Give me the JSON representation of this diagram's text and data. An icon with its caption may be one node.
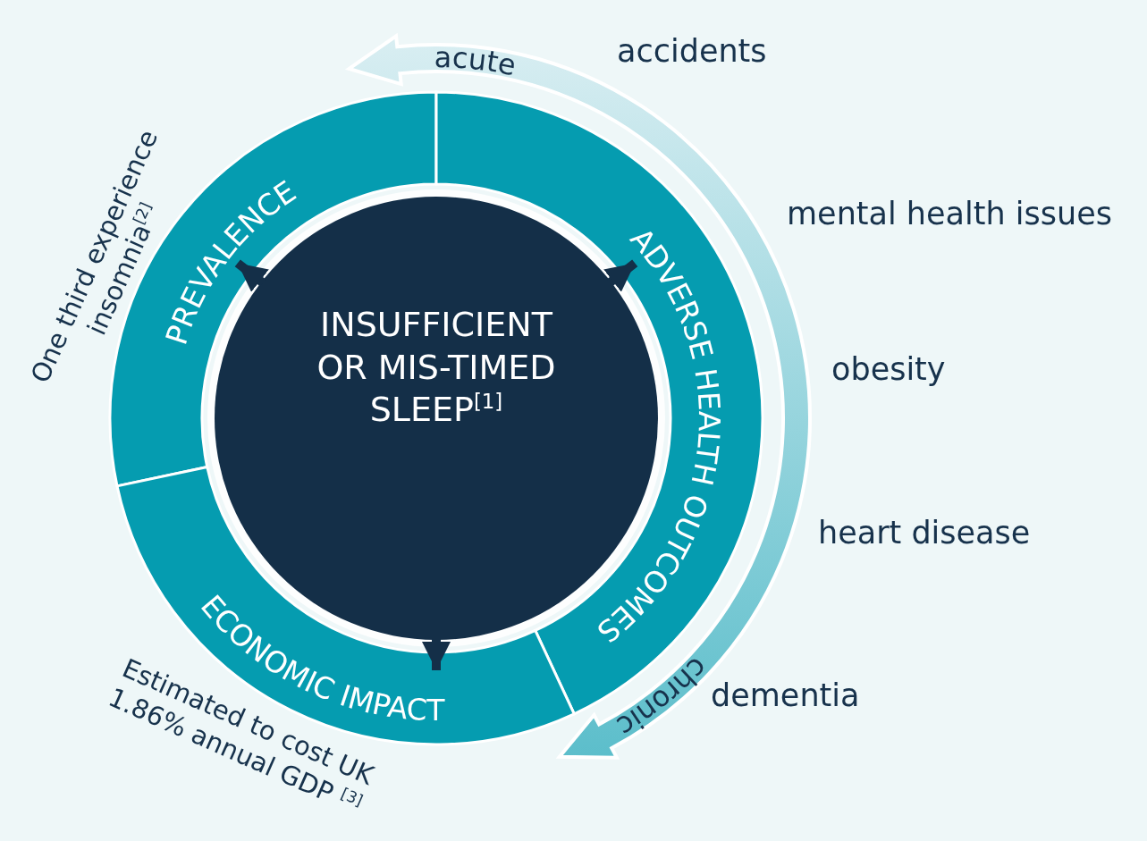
{
  "diagram": {
    "nodes": [
      {
        "text": [
          "INSUFFICIENT OR MIS-TIMED SLEEP$^{[1]}$"
        ]
      },
      {
        "text": [
          "PREVALENCE"
        ],
        "beside": [
          "One third experience insomnia$^{[2]}$"
        ]
      },
      {
        "text": [
          "ADVERSE HEALTH OUTCOMES"
        ],
        "beside": [
          "accidents",
          "mental health issues",
          "obesity",
          "heart disease",
          "dementia"
        ]
      },
      {
        "text": [
          "ECONOMIC IMPACT"
        ],
        "beside": [
          "Estimated to cost UK 1.86% annual GDP $^{[3]}$"
        ]
      }
    ],
    "edges": [
      {
        "from": 0,
        "to": 1,
        "arrow": "to"
      },
      {
        "from": 0,
        "to": 2,
        "arrow": "to"
      },
      {
        "from": 0,
        "to": 3,
        "arrow": "to"
      }
    ],
    "labels": [
      "acute",
      "chronic"
    ]
  }
}
